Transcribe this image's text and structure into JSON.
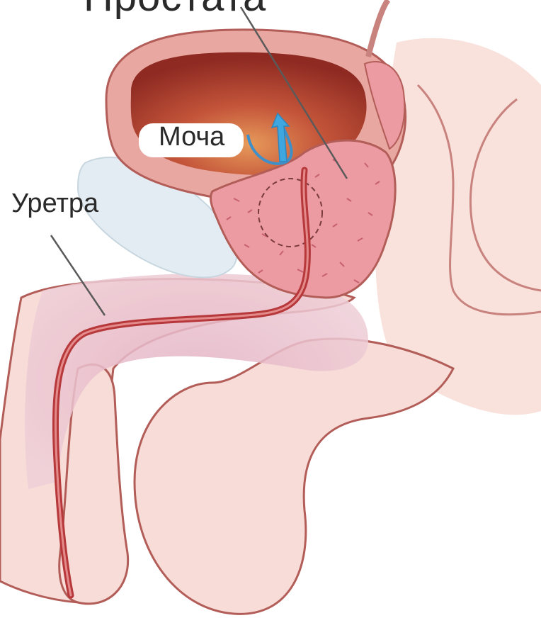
{
  "diagram": {
    "labels": {
      "top_cut": "Простата",
      "urine": "Моча",
      "urethra": "Уретра"
    },
    "colors": {
      "skin": "#f7dbd6",
      "outline": "#b35d59",
      "bladder_wall": "#e49a93",
      "bladder_lumen": "#9c2f25",
      "prostate": "#ec9ba2",
      "urethra": "#b6383a",
      "spongy_tissue": "#e8bccb",
      "pubic_bone": "#e3ecf2",
      "flow_arrow": "#3ea7e0"
    }
  }
}
